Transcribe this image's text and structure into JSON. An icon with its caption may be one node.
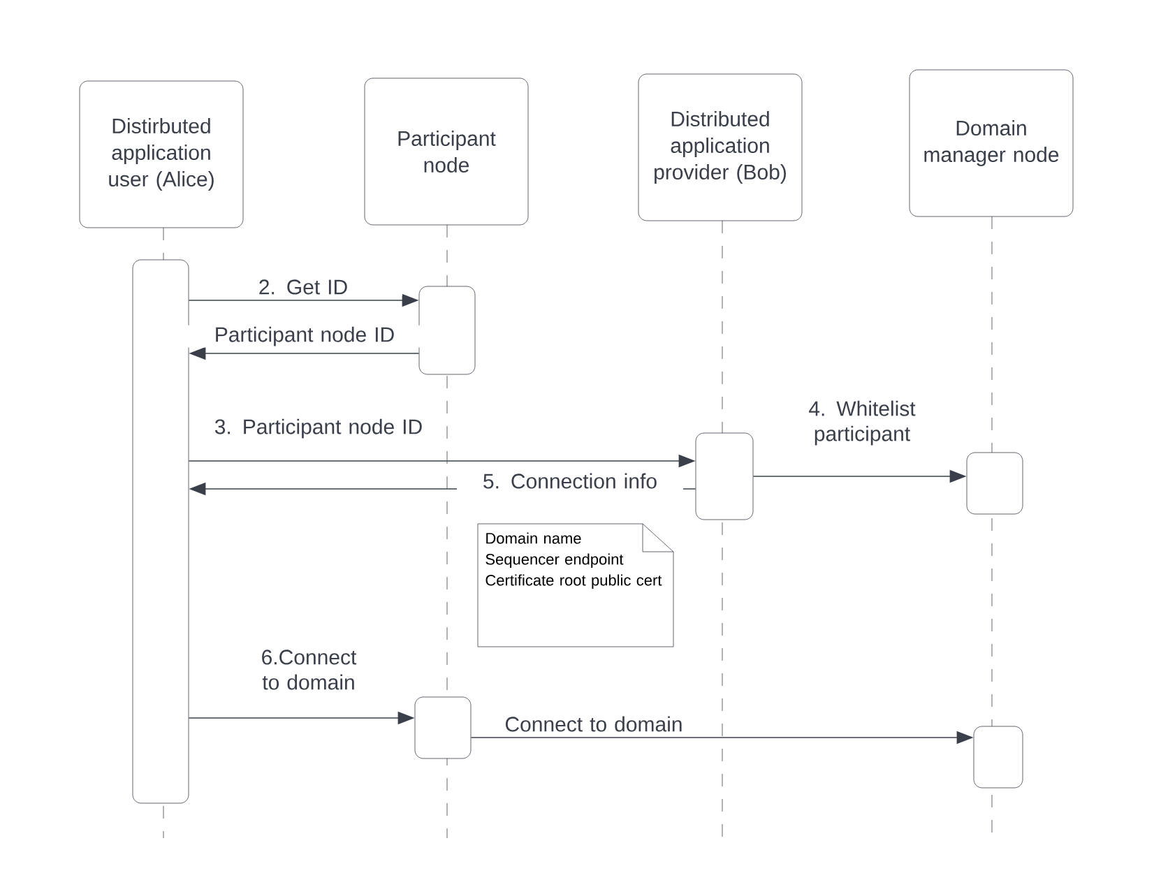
{
  "diagram": {
    "nodes": [
      {
        "text": [
          "Distirbuted application user (Alice)"
        ]
      },
      {
        "text": [
          "Participant node"
        ]
      },
      {
        "text": [
          "Distributed application provider (Bob)"
        ]
      },
      {
        "text": [
          "Domain manager node"
        ]
      },
      {
        "text": [],
        "shape": "box"
      },
      {
        "text": [],
        "shape": "box"
      },
      {
        "text": [],
        "shape": "box"
      },
      {
        "text": [],
        "shape": "box"
      },
      {
        "text": [],
        "shape": "box"
      },
      {
        "text": [],
        "shape": "box"
      },
      {
        "text": [
          "Domain name",
          "Sequencer endpoint",
          "Certificate root public cert"
        ]
      }
    ],
    "edges": [
      {
        "from": 4,
        "to": 5,
        "arrow": "to",
        "label": "2. Get ID"
      },
      {
        "from": 5,
        "to": 4,
        "arrow": "to",
        "label": "Participant node ID"
      },
      {
        "from": 4,
        "to": 6,
        "arrow": "to",
        "label": "3. Participant node ID"
      },
      {
        "from": 6,
        "to": 7,
        "arrow": "to",
        "label": "4. Whitelist participant"
      },
      {
        "from": 6,
        "to": 4,
        "arrow": "to",
        "label": "5. Connection info"
      },
      {
        "from": 4,
        "to": 8,
        "arrow": "to",
        "label": "6.Connect to domain"
      },
      {
        "from": 8,
        "to": 9,
        "arrow": "to",
        "label": "Connect to domain"
      }
    ]
  }
}
